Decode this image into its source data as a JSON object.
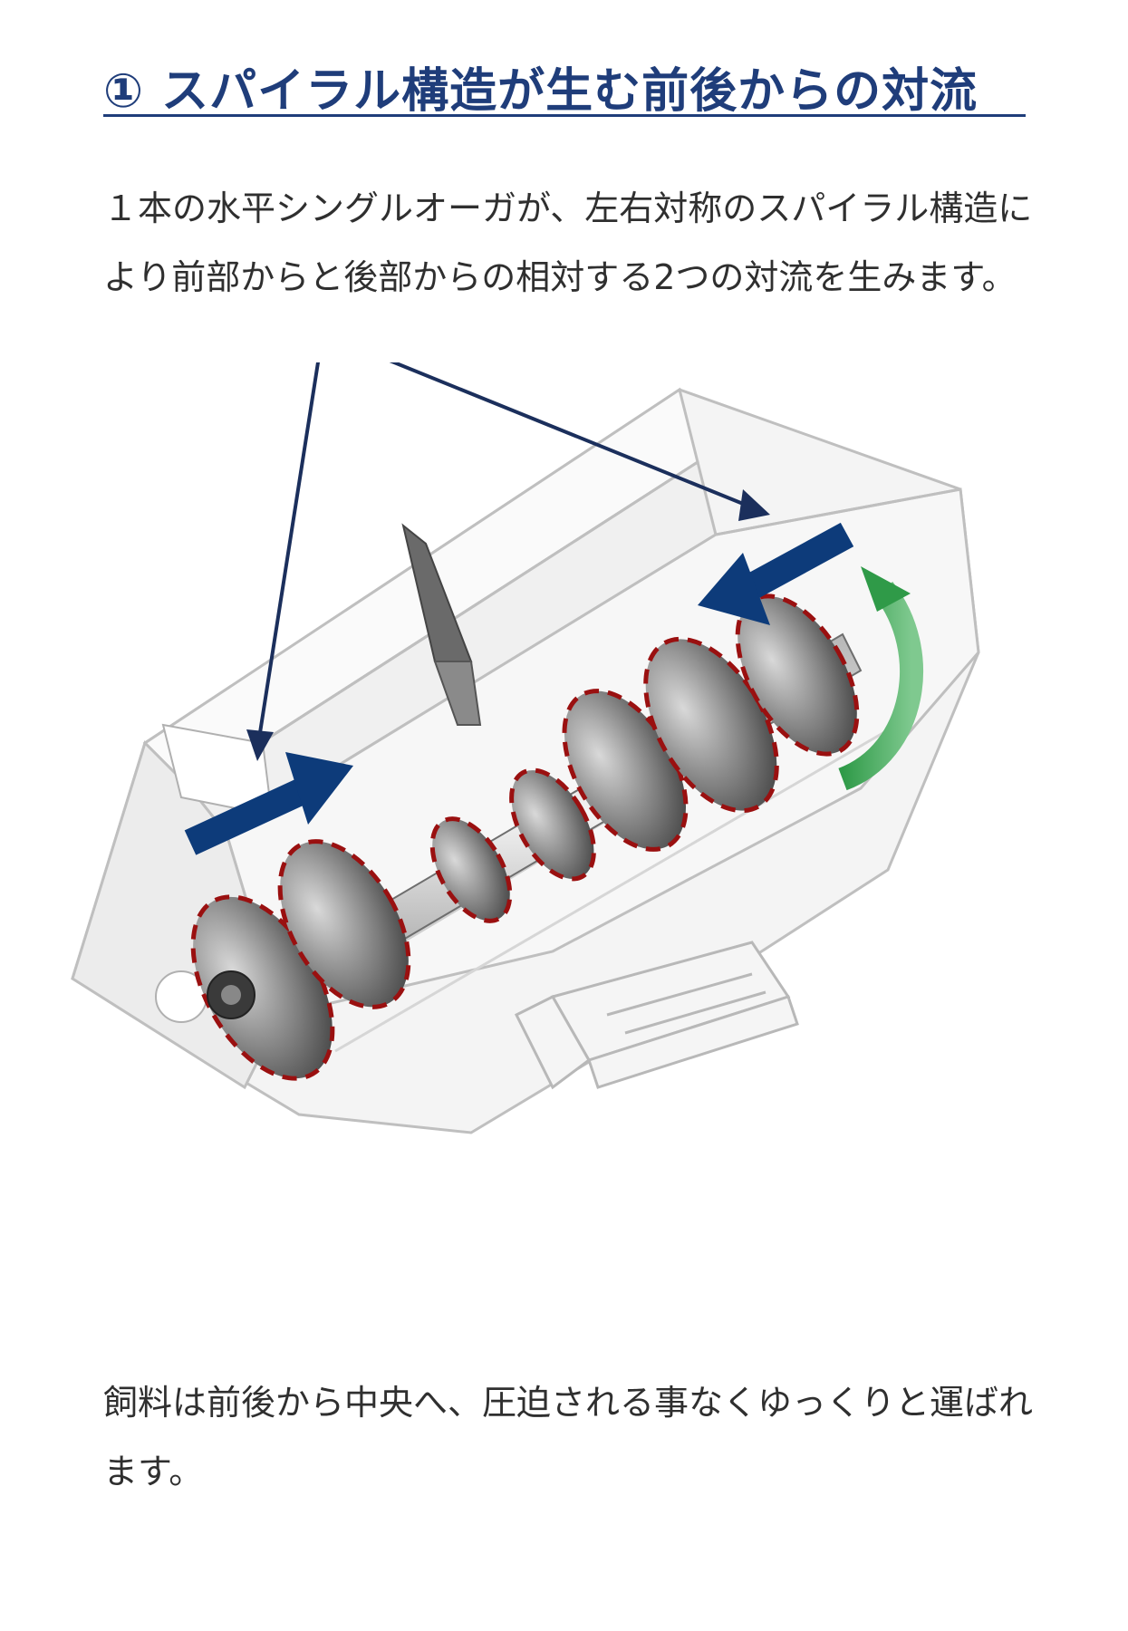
{
  "section": {
    "heading": "① スパイラル構造が生む前後からの対流"
  },
  "intro": {
    "text": "１本の水平シングルオーガが、左右対称のスパイラル構造により前部からと後部からの相対する2つの対流を生みます。"
  },
  "figure": {
    "colors": {
      "callout": "#1b2f5c",
      "flow_arrow": "#0d3b7a",
      "rotation_arrow": "#2f9a48",
      "blade_edge": "#9a1010"
    }
  },
  "outro": {
    "text": "飼料は前後から中央へ、圧迫される事なくゆっくりと運ばれます。"
  }
}
